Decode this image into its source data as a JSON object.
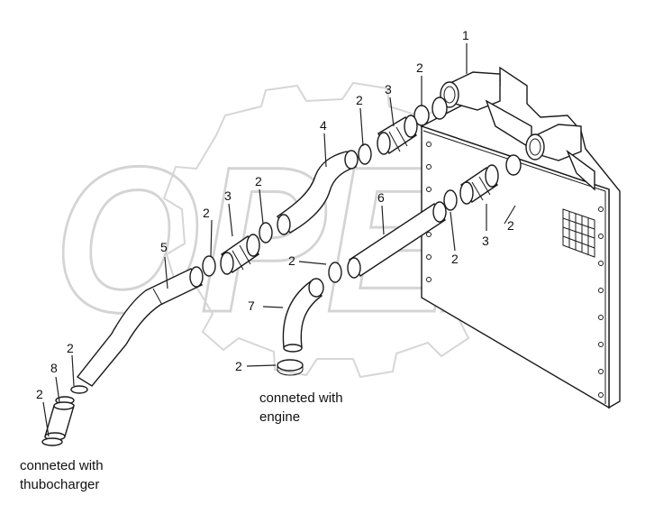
{
  "labels": {
    "p1": "1",
    "p2": "2",
    "p3": "3",
    "p4": "4",
    "p5": "5",
    "p6": "6",
    "p7": "7",
    "p8": "8"
  },
  "notes": {
    "engine_line1": "conneted with",
    "engine_line2": "engine",
    "turbo_line1": "conneted with",
    "turbo_line2": "thubocharger"
  },
  "watermark": {
    "text": "OPEX"
  }
}
